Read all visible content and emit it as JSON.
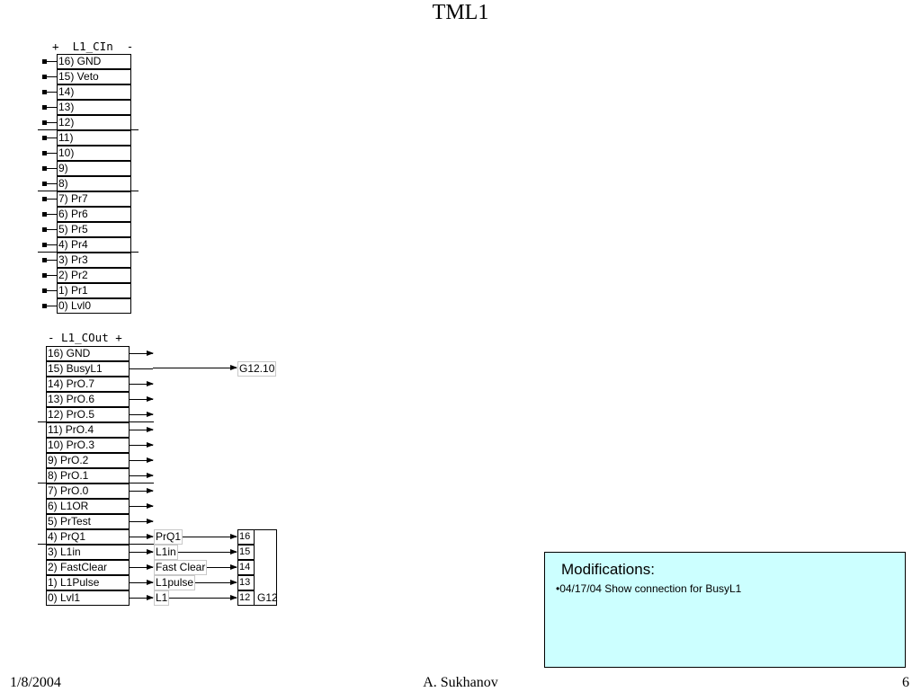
{
  "title": "TML1",
  "l1_cin": {
    "label": "+  L1_CIn  -",
    "rows": [
      "16) GND",
      "15) Veto",
      "14)",
      "13)",
      "12)",
      "11)",
      "10)",
      "9)",
      "8)",
      "7) Pr7",
      "6) Pr6",
      "5) Pr5",
      "4) Pr4",
      "3) Pr3",
      "2) Pr2",
      "1) Pr1",
      "0) Lvl0"
    ]
  },
  "l1_cout": {
    "label": "- L1_COut +",
    "rows": [
      "16) GND",
      "15) BusyL1",
      "14) PrO.7",
      "13) PrO.6",
      "12) PrO.5",
      "11) PrO.4",
      "10) PrO.3",
      "9) PrO.2",
      "8) PrO.1",
      "7) PrO.0",
      "6) L1OR",
      "5) PrTest",
      "4) PrQ1",
      "3) L1in",
      "2) FastClear",
      "1) L1Pulse",
      "0) Lvl1"
    ]
  },
  "busy_target": "G12.10",
  "signals": [
    "PrQ1",
    "L1in",
    "Fast Clear",
    "L1pulse",
    "L1"
  ],
  "g12": {
    "pins": [
      "16",
      "15",
      "14",
      "13",
      "12"
    ],
    "label": "G12"
  },
  "modifications": {
    "title": "Modifications:",
    "items": [
      "•04/17/04  Show connection for BusyL1"
    ]
  },
  "footer": {
    "date": "1/8/2004",
    "author": "A. Sukhanov",
    "page": "6"
  }
}
